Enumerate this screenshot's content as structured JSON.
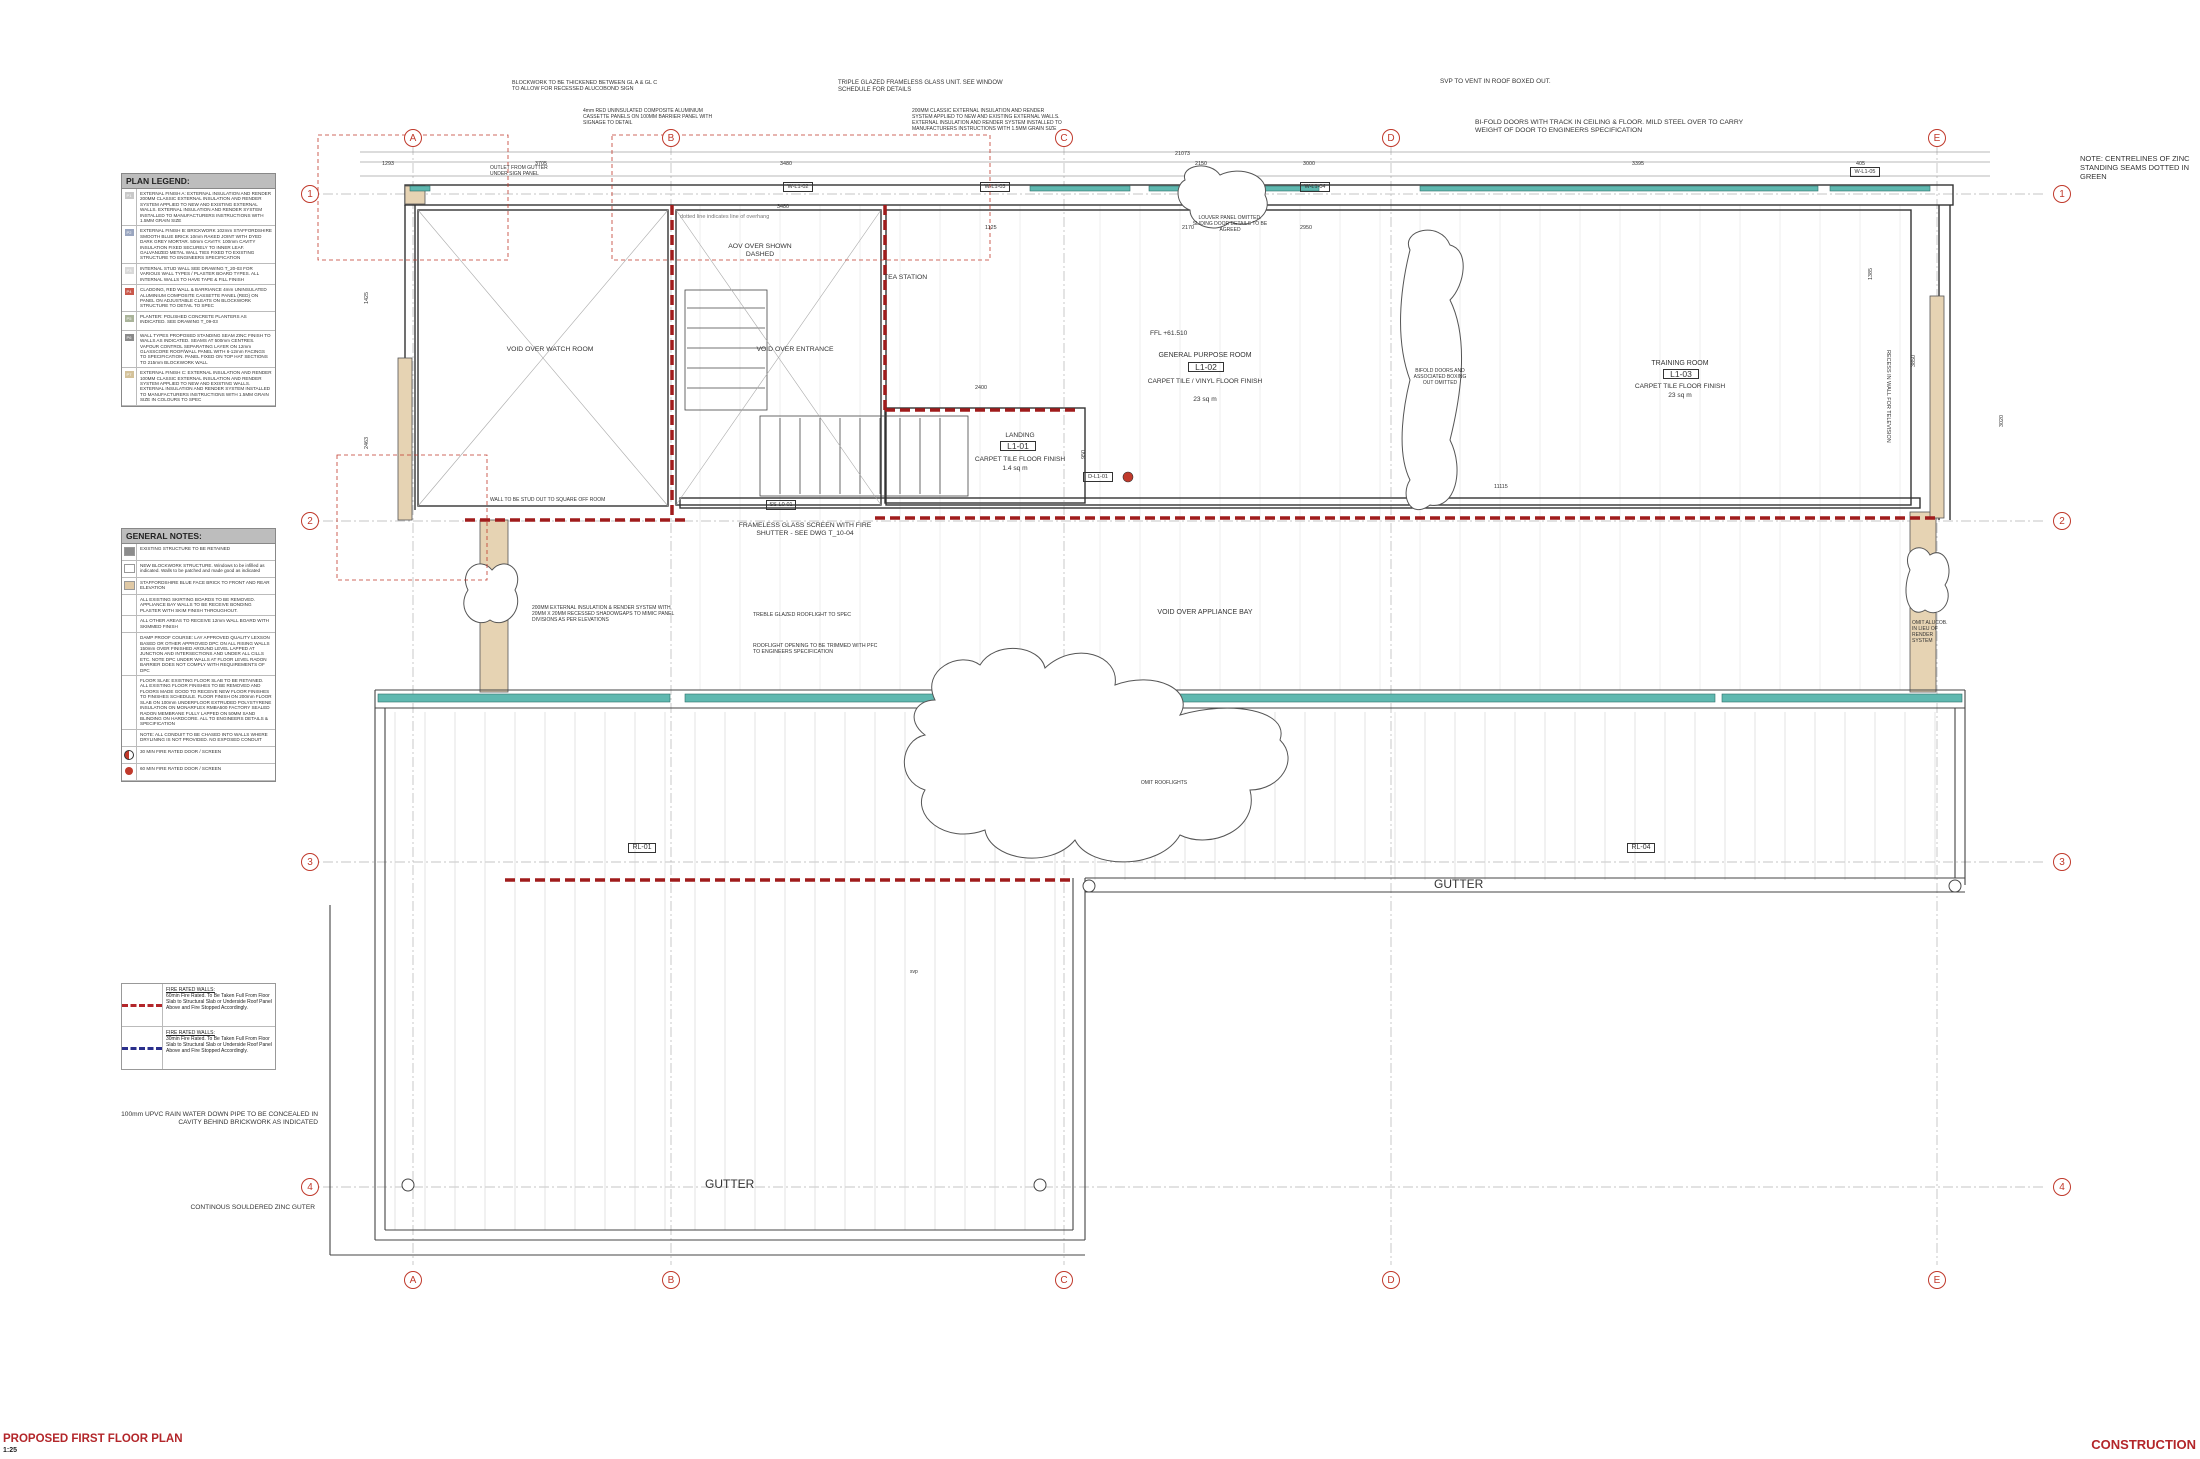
{
  "drawing": {
    "title": "PROPOSED FIRST FLOOR PLAN",
    "scale": "1:25",
    "status": "CONSTRUCTION",
    "top_right_note": "NOTE: CENTRELINES OF ZINC STANDING SEAMS DOTTED IN GREEN"
  },
  "grid": {
    "columns": [
      "A",
      "B",
      "C",
      "D",
      "E"
    ],
    "rows": [
      "1",
      "2",
      "3",
      "4"
    ]
  },
  "rooms": [
    {
      "label": "VOID OVER WATCH ROOM"
    },
    {
      "label": "VOID OVER ENTRANCE"
    },
    {
      "label": "AOV OVER SHOWN DASHED"
    },
    {
      "label": "TEA STATION"
    },
    {
      "label": "GENERAL PURPOSE ROOM",
      "code": "L1-02",
      "finish": "CARPET TILE / VINYL FLOOR FINISH",
      "area": "23 sq m",
      "ffl": "FFL +61.510"
    },
    {
      "label": "TRAINING ROOM",
      "code": "L1-03",
      "finish": "CARPET TILE FLOOR FINISH",
      "area": "23 sq m"
    },
    {
      "label": "LANDING",
      "code": "L1-01",
      "finish": "CARPET TILE FLOOR FINISH",
      "area": "1.4 sq m"
    },
    {
      "label": "VOID OVER APPLIANCE BAY"
    },
    {
      "label": "OMIT ROOFLIGHTS"
    }
  ],
  "annotations": {
    "blockwork": "BLOCKWORK TO BE THICKENED BETWEEN GL A & GL C TO ALLOW FOR RECESSED ALUCOBOND SIGN",
    "glazed": "TRIPLE GLAZED FRAMELESS GLASS UNIT. SEE WINDOW SCHEDULE FOR DETAILS",
    "cladding": "4mm RED UNINSULATED COMPOSITE ALUMINIUM CASSETTE PANELS ON 100MM BARRIER PANEL WITH SIGNAGE TO DETAIL",
    "insulation": "200MM CLASSIC EXTERNAL INSULATION AND RENDER SYSTEM APPLIED TO NEW AND EXISTING EXTERNAL WALLS. EXTERNAL INSULATION AND RENDER SYSTEM INSTALLED TO MANUFACTURERS INSTRUCTIONS WITH 1.5MM GRAIN SIZE",
    "svp": "SVP TO VENT IN ROOF BOXED OUT.",
    "bifold": "BI-FOLD DOORS WITH TRACK IN CEILING & FLOOR. MILD STEEL OVER TO CARRY WEIGHT OF DOOR TO ENGINEERS SPECIFICATION",
    "outlet": "OUTLET FROM GUTTER UNDER SIGN PANEL",
    "dotted_line": "dotted line indicates line of overhang",
    "louver": "LOUVER PANEL OMITTED. SLIDING DOOR DETAILS TO BE AGREED",
    "bifold_boxing": "BIFOLD DOORS AND ASSOCIATED BOXING OUT OMITTED",
    "recess_tv": "RECESS IN WALL FOR TELEVISION",
    "frameless_screen": "FRAMELESS GLASS SCREEN WITH FIRE SHUTTER - SEE DWG T_10-04",
    "wall_stud": "WALL TO BE STUD OUT TO SQUARE OFF ROOM",
    "ext_insulation_left": "200MM EXTERNAL INSULATION & RENDER SYSTEM WITH 20MM X 20MM RECESSED SHADOWGAPS TO MIMIC PANEL DIVISIONS AS PER ELEVATIONS",
    "rooflight": "TREBLE GLAZED ROOFLIGHT TO SPEC",
    "rooflight_opening": "ROOFLIGHT OPENING TO BE TRIMMED WITH PFC TO ENGINEERS SPECIFICATION",
    "omit_alucob": "OMIT ALUCOB. IN LIEU OF RENDER SYSTEM",
    "gutter": "GUTTER",
    "svp_small": "svp",
    "rain_pipe": "100mm UPVC RAIN WATER DOWN PIPE TO BE CONCEALED IN CAVITY BEHIND BRICKWORK AS INDICATED",
    "zinc_gutter": "CONTINOUS SOULDERED ZINC GUTER"
  },
  "tags": {
    "w1": "W-L1-02",
    "w2": "W-L1-03",
    "w3": "W-L1-04",
    "w4": "W-L1-05",
    "ss": "SS-L0-01",
    "door": "D-L1-01",
    "rl1": "RL-01",
    "rl4": "RL-04",
    "p6": "P6",
    "p5": "P5"
  },
  "dimensions": {
    "top": [
      "1293",
      "3705",
      "3480",
      "2150",
      "3000",
      "3395",
      "405",
      "21073"
    ],
    "mid": [
      "2400",
      "2170",
      "2950",
      "3480",
      "1125",
      "11115"
    ],
    "vertical": [
      "1425",
      "1385",
      "2463",
      "3850",
      "3020",
      "950"
    ]
  },
  "plan_legend": {
    "title": "PLAN LEGEND:",
    "items": [
      {
        "code": "P1",
        "text": "EXTERNAL FINISH A: EXTERNAL INSULATION AND RENDER 200MM CLASSIC EXTERNAL INSULATION AND RENDER SYSTEM APPLIED TO NEW AND EXISTING EXTERNAL WALLS. EXTERNAL INSULATION AND RENDER SYSTEM INSTALLED TO MANUFACTURERS INSTRUCTIONS WITH 1.5MM GRAIN SIZE"
      },
      {
        "code": "P2",
        "text": "EXTERNAL FINISH B: BRICKWORK 102mm STAFFORDSHIRE SMOOTH BLUE BRICK 10mm RAKED JOINT WITH DYED DARK GREY MORTAR. 50mm CAVITY. 100mm CAVITY INSULATION FIXED SECURELY TO INNER LEAF. GALVANIZED METAL WALL TIES FIXED TO EXISTING STRUCTURE TO ENGINEERS SPECIFICATION"
      },
      {
        "code": "P3",
        "text": "INTERNAL STUD WALL SEE DRAWING T_20-03 FOR VARIOUS WALL TYPES / PLASTER BOARD TYPES. ALL INTERNAL WALLS TO HAVE TAPE & FILL FINISH"
      },
      {
        "code": "P4",
        "text": "CLADDING, RED WALL & BARRIANCE 4mm UNINSULATED ALUMINIUM COMPOSITE CASSETTE PANEL (RED) ON PANEL ON ADJUSTABLE CLEATS ON BLOCKWORK STRUCTURE TO DETAIL TO SPEC"
      },
      {
        "code": "P5",
        "text": "PLANTER: POLISHED CONCRETE PLANTERS AS INDICATED. SEE DRAWING T_09-03"
      },
      {
        "code": "P6",
        "text": "WALL TYPES PROPOSED STANDING SEAM ZINC FINISH TO WALLS AS INDICATED. SEAMS AT 500mm CENTRES. VAPOUR CONTROL SEPARATING LAYER ON 12mm GLASSCORE ROOF/WALL PANEL WITH 6-12mm FACINGS TO SPECIFICATION. PANEL FIXED ON TOP HAT SECTIONS TO 215mm BLOCKWORK WALL"
      },
      {
        "code": "P7",
        "text": "EXTERNAL FINISH C: EXTERNAL INSULATION AND RENDER 100MM CLASSIC EXTERNAL INSULATION AND RENDER SYSTEM APPLIED TO NEW AND EXISTING WALLS. EXTERNAL INSULATION AND RENDER SYSTEM INSTALLED TO MANUFACTURERS INSTRUCTIONS WITH 1.5MM GRAIN SIZE IN COLOURS TO SPEC"
      }
    ]
  },
  "general_notes": {
    "title": "GENERAL NOTES:",
    "items": [
      {
        "text": "EXISTING STRUCTURE TO BE RETAINED"
      },
      {
        "text": "NEW BLOCKWORK STRUCTURE. Windows to be infilled as indicated. Walls to be patched and made good as indicated"
      },
      {
        "text": "STAFFORDSHIRE BLUE FACE BRICK TO FRONT AND REAR ELEVATION"
      },
      {
        "text": "ALL EXISTING SKIRTING BOARDS TO BE REMOVED. APPLIANCE BAY WALLS TO BE RECEIVE BONDING PLASTER WITH SKIM FINISH THROUGHOUT."
      },
      {
        "text": "ALL OTHER AREAS TO RECEIVE 12mm WALL BOARD WITH SKIMMED FINISH"
      },
      {
        "text": "DAMP PROOF COURSE: LAY APPROVED QUALITY LEXSON BASED OR OTHER APPROVED DPC ON ALL RISING WALLS 150mm OVER FINISHED AROUND LEVEL LAPPED AT JUNCTION AND INTERSECTIONS AND UNDER ALL CILLS ETC. NOTE DPC UNDER WALLS AT FLOOR LEVEL RADON BARRIER DOES NOT COMPLY WITH REQUIREMENTS OF DPC"
      },
      {
        "text": "FLOOR SLAB: EXISTING FLOOR SLAB TO BE RETAINED. ALL EXISTING FLOOR FINISHES TO BE REMOVED AND FLOORS MADE GOOD TO RECEIVE NEW FLOOR FINISHES TO FINISHES SCHEDULE. FLOOR FINISH ON 200mm FLOOR SLAB ON 100mm UNDERFLOOR EXTRUDED POLYSTYRENE INSULATION ON MONARFLEX RMBA500 FACTORY SEALED RADON MEMBRANE FULLY LAPPED ON 50MM SAND BLINDING ON HARDCORE. ALL TO ENGINEERS DETAILS & SPECIFICATION"
      },
      {
        "text": "NOTE: ALL CONDUIT TO BE CHASED INTO WALLS WHERE DRYLINING IS NOT PROVIDED. NO EXPOSED CONDUIT"
      },
      {
        "text": "30 MIN FIRE RATED DOOR / SCREEN"
      },
      {
        "text": "60 MIN FIRE RATED DOOR / SCREEN"
      }
    ]
  },
  "fire_key": [
    {
      "title": "FIRE RATED WALLS:",
      "text": "60min Fire Rated. To Be Taken Full From Floor Slab to Structural Slab or Underside Roof Panel Above and Fire Stopped Accordingly.",
      "color": "#b3262a"
    },
    {
      "title": "FIRE RATED WALLS:",
      "text": "30min Fire Rated. To Be Taken Full From Floor Slab to Structural Slab or Underside Roof Panel Above and Fire Stopped Accordingly.",
      "color": "#2a2f8c"
    }
  ],
  "colors": {
    "grid_red": "#c0392b",
    "fire_red": "#a01c1c",
    "glazing": "#5fb8b0",
    "render": "#e6d3b3",
    "wall": "#444444"
  }
}
